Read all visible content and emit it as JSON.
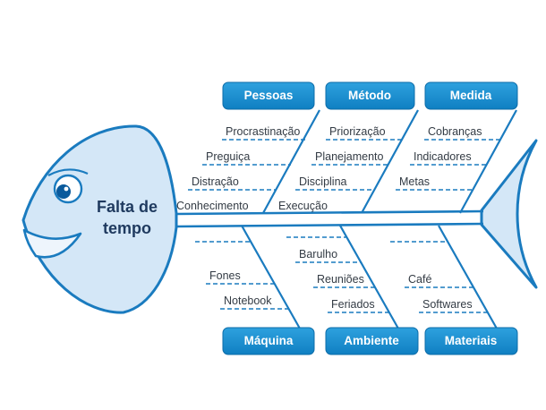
{
  "diagram": {
    "head": {
      "label_line1": "Falta de",
      "label_line2": "tempo"
    },
    "top_groups": [
      {
        "name": "Pessoas",
        "causes": [
          "Procrastinação",
          "Preguiça",
          "Distração",
          "Conhecimento"
        ]
      },
      {
        "name": "Método",
        "causes": [
          "Priorização",
          "Planejamento",
          "Disciplina",
          "Execução"
        ]
      },
      {
        "name": "Medida",
        "causes": [
          "Cobranças",
          "Indicadores",
          "Metas"
        ]
      }
    ],
    "bottom_groups": [
      {
        "name": "Máquina",
        "causes": [
          "",
          "Fones",
          "Notebook"
        ]
      },
      {
        "name": "Ambiente",
        "causes": [
          "",
          "Barulho",
          "Reuniões",
          "Feriados"
        ]
      },
      {
        "name": "Materiais",
        "causes": [
          "",
          "Café",
          "Softwares"
        ]
      }
    ],
    "colors": {
      "outline_blue": "#1a7bbf",
      "category_fill": "#1488c8",
      "fish_fill": "#d4e7f7",
      "cause_text": "#333b44",
      "head_text": "#1f3a5f"
    }
  }
}
